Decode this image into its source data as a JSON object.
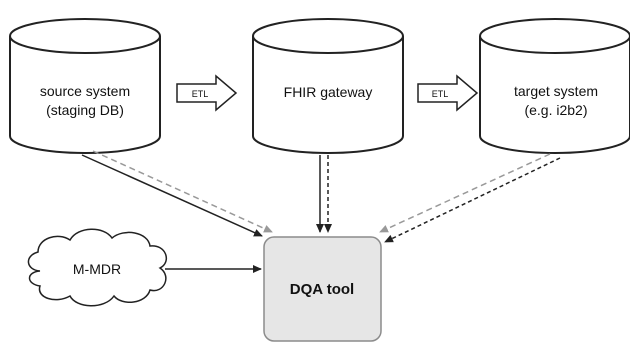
{
  "nodes": {
    "source": {
      "line1": "source system",
      "line2": "(staging DB)"
    },
    "gateway": {
      "label": "FHIR gateway"
    },
    "target": {
      "line1": "target system",
      "line2": "(e.g. i2b2)"
    },
    "mdr": {
      "label": "M-MDR"
    },
    "dqa": {
      "label": "DQA tool"
    }
  },
  "arrows": {
    "etl1": "ETL",
    "etl2": "ETL"
  },
  "colors": {
    "stroke": "#222222",
    "dashed_gray": "#999999",
    "dqa_fill": "#e6e6e6",
    "dqa_stroke": "#8c8c8c"
  }
}
